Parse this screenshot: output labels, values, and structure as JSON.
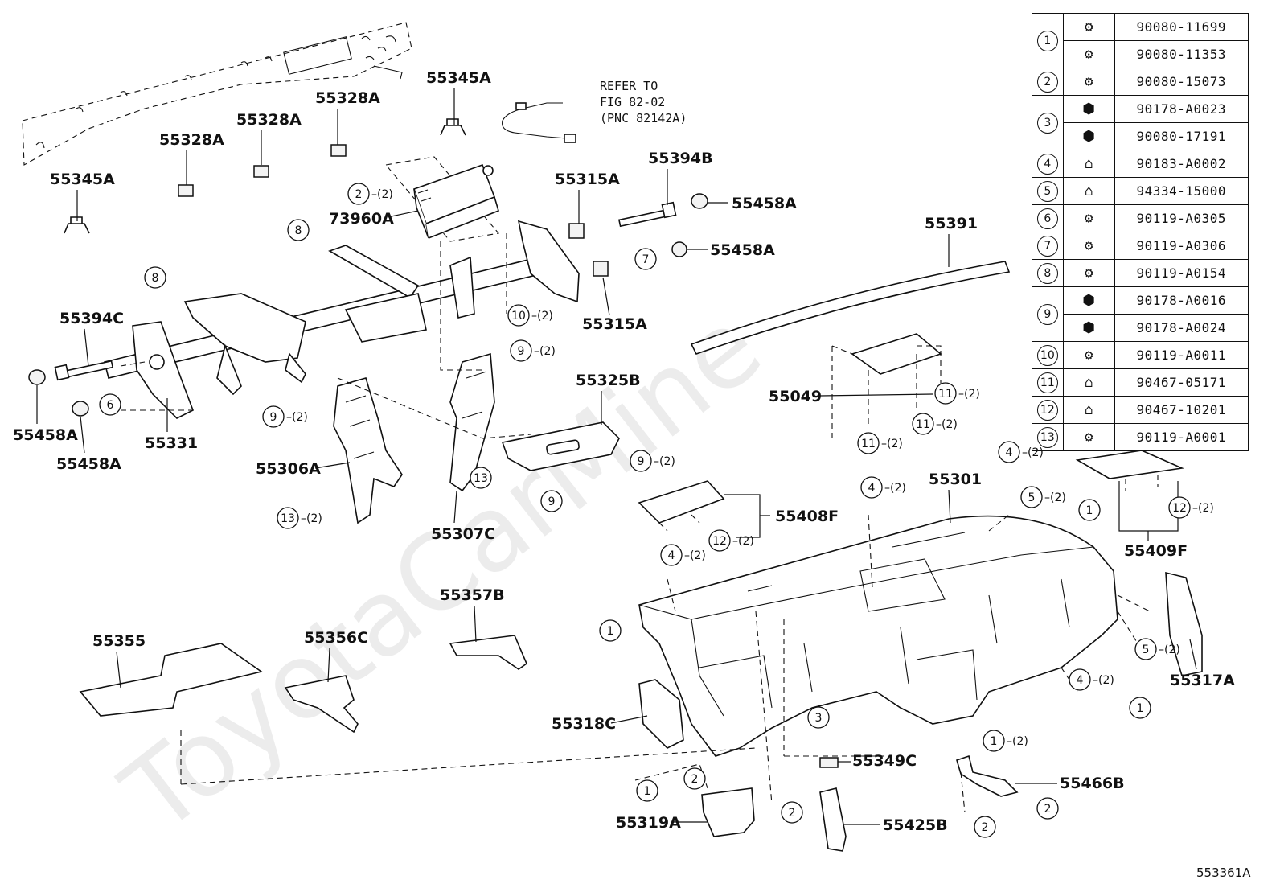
{
  "diagram_id": "553361A",
  "watermark": "ToyotaCarMine",
  "reference_note": [
    "REFER TO",
    "FIG 82-02",
    "(PNC 82142A)"
  ],
  "legend": [
    {
      "num": "1",
      "rows": [
        {
          "pn": "90080-11699",
          "icon": "bolt-icon"
        },
        {
          "pn": "90080-11353",
          "icon": "bolt-icon"
        }
      ]
    },
    {
      "num": "2",
      "rows": [
        {
          "pn": "90080-15073",
          "icon": "bolt-icon"
        }
      ]
    },
    {
      "num": "3",
      "rows": [
        {
          "pn": "90178-A0023",
          "icon": "nut-icon"
        },
        {
          "pn": "90080-17191",
          "icon": "nut-icon"
        }
      ]
    },
    {
      "num": "4",
      "rows": [
        {
          "pn": "90183-A0002",
          "icon": "clip-icon"
        }
      ]
    },
    {
      "num": "5",
      "rows": [
        {
          "pn": "94334-15000",
          "icon": "clip-icon"
        }
      ]
    },
    {
      "num": "6",
      "rows": [
        {
          "pn": "90119-A0305",
          "icon": "bolt-icon"
        }
      ]
    },
    {
      "num": "7",
      "rows": [
        {
          "pn": "90119-A0306",
          "icon": "bolt-icon"
        }
      ]
    },
    {
      "num": "8",
      "rows": [
        {
          "pn": "90119-A0154",
          "icon": "bolt-icon"
        }
      ]
    },
    {
      "num": "9",
      "rows": [
        {
          "pn": "90178-A0016",
          "icon": "nut-icon"
        },
        {
          "pn": "90178-A0024",
          "icon": "nut-icon"
        }
      ]
    },
    {
      "num": "10",
      "rows": [
        {
          "pn": "90119-A0011",
          "icon": "bolt-icon"
        }
      ]
    },
    {
      "num": "11",
      "rows": [
        {
          "pn": "90467-05171",
          "icon": "clip-icon"
        }
      ]
    },
    {
      "num": "12",
      "rows": [
        {
          "pn": "90467-10201",
          "icon": "clip-icon"
        }
      ]
    },
    {
      "num": "13",
      "rows": [
        {
          "pn": "90119-A0001",
          "icon": "bolt-icon"
        }
      ]
    }
  ],
  "part_labels": [
    "55345A",
    "55328A",
    "55328A",
    "55328A",
    "55345A",
    "73960A",
    "55315A",
    "55394B",
    "55458A",
    "55458A",
    "55315A",
    "55391",
    "55394C",
    "55458A",
    "55458A",
    "55331",
    "55306A",
    "55307C",
    "55325B",
    "55049",
    "55301",
    "55408F",
    "55409F",
    "55357B",
    "55355",
    "55356C",
    "55318C",
    "55317A",
    "55349C",
    "55466B",
    "55319A",
    "55425B"
  ],
  "callouts": [
    {
      "n": "2",
      "q": "(2)"
    },
    {
      "n": "8",
      "q": ""
    },
    {
      "n": "8",
      "q": ""
    },
    {
      "n": "10",
      "q": "(2)"
    },
    {
      "n": "7",
      "q": ""
    },
    {
      "n": "6",
      "q": ""
    },
    {
      "n": "9",
      "q": "(2)"
    },
    {
      "n": "9",
      "q": "(2)"
    },
    {
      "n": "9",
      "q": "(2)"
    },
    {
      "n": "9",
      "q": ""
    },
    {
      "n": "13",
      "q": ""
    },
    {
      "n": "13",
      "q": "(2)"
    },
    {
      "n": "11",
      "q": "(2)"
    },
    {
      "n": "11",
      "q": "(2)"
    },
    {
      "n": "11",
      "q": "(2)"
    },
    {
      "n": "4",
      "q": "(2)"
    },
    {
      "n": "4",
      "q": "(2)"
    },
    {
      "n": "5",
      "q": "(2)"
    },
    {
      "n": "1",
      "q": ""
    },
    {
      "n": "12",
      "q": "(2)"
    },
    {
      "n": "12",
      "q": "(2)"
    },
    {
      "n": "4",
      "q": "(2)"
    },
    {
      "n": "1",
      "q": ""
    },
    {
      "n": "5",
      "q": "(2)"
    },
    {
      "n": "4",
      "q": "(2)"
    },
    {
      "n": "1",
      "q": ""
    },
    {
      "n": "3",
      "q": ""
    },
    {
      "n": "1",
      "q": "(2)"
    },
    {
      "n": "1",
      "q": ""
    },
    {
      "n": "2",
      "q": ""
    },
    {
      "n": "2",
      "q": ""
    },
    {
      "n": "2",
      "q": ""
    },
    {
      "n": "2",
      "q": ""
    }
  ]
}
